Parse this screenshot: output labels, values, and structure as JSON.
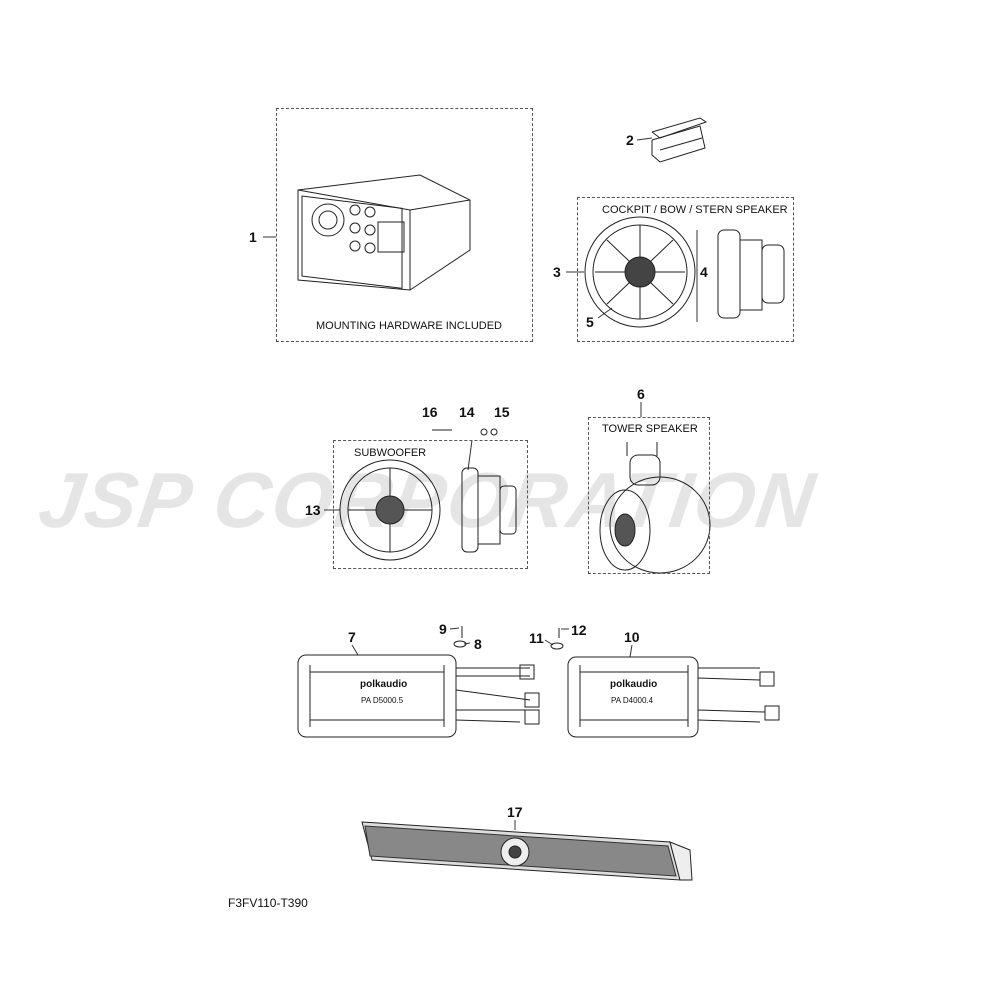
{
  "watermark": "JSP CORPORATION",
  "diagram_code": "F3FV110-T390",
  "groups": {
    "head_unit": {
      "callout": "1",
      "caption": "MOUNTING HARDWARE INCLUDED"
    },
    "cockpit": {
      "title": "COCKPIT / BOW / STERN SPEAKER",
      "callouts": [
        "3",
        "4",
        "5"
      ]
    },
    "subwoofer": {
      "title": "SUBWOOFER",
      "callouts": [
        "13",
        "14",
        "15",
        "16"
      ]
    },
    "tower": {
      "title": "TOWER SPEAKER",
      "callout": "6"
    }
  },
  "parts": {
    "p2": "2",
    "p7": "7",
    "p8": "8",
    "p9": "9",
    "p10": "10",
    "p11": "11",
    "p12": "12",
    "p17": "17"
  },
  "amps": [
    {
      "brand": "polkaudio",
      "model": "PA D5000.5"
    },
    {
      "brand": "polkaudio",
      "model": "PA D4000.4"
    }
  ]
}
